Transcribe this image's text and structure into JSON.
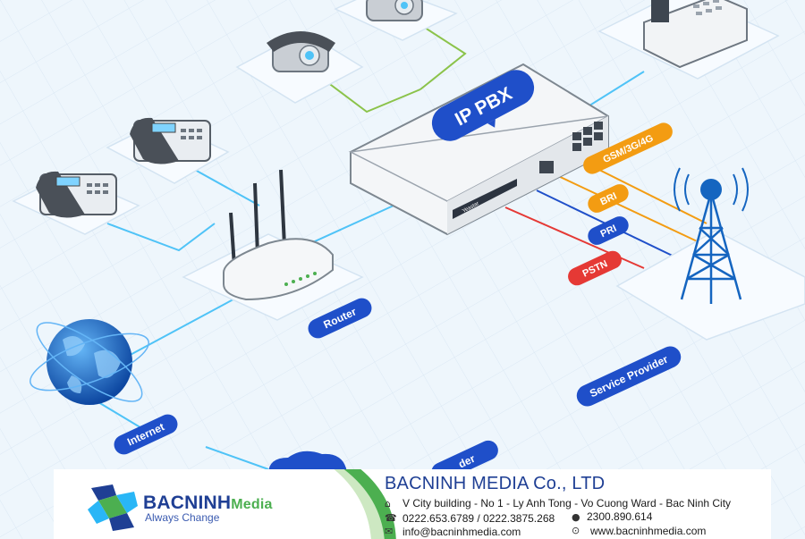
{
  "diagram": {
    "pbx_label": "IP PBX",
    "pbx_brand": "Yeastar",
    "trunks": [
      "GSM/3G/4G",
      "BRI",
      "PRI",
      "PSTN"
    ],
    "router_label": "Router",
    "internet_label": "Internet",
    "service_provider_label": "Service Provider",
    "partial_label": "der"
  },
  "footer": {
    "brand_main": "BACNINH",
    "brand_accent": "Media",
    "tagline": "Always Change",
    "company": "BACNINH MEDIA Co., LTD",
    "address": "V City building - No 1 - Ly Anh Tong - Vo Cuong Ward - Bac Ninh City",
    "phone": "0222.653.6789 / 0222.3875.268",
    "hotline": "2300.890.614",
    "email": "info@bacninhmedia.com",
    "website": "www.bacninhmedia.com"
  },
  "colors": {
    "pill_blue": "#1f4fc9",
    "gsm": "#f39c12",
    "bri": "#f39c12",
    "pri": "#1f4fc9",
    "pstn": "#e53935",
    "line_green": "#8bc34a",
    "line_cyan": "#4fc3f7"
  }
}
